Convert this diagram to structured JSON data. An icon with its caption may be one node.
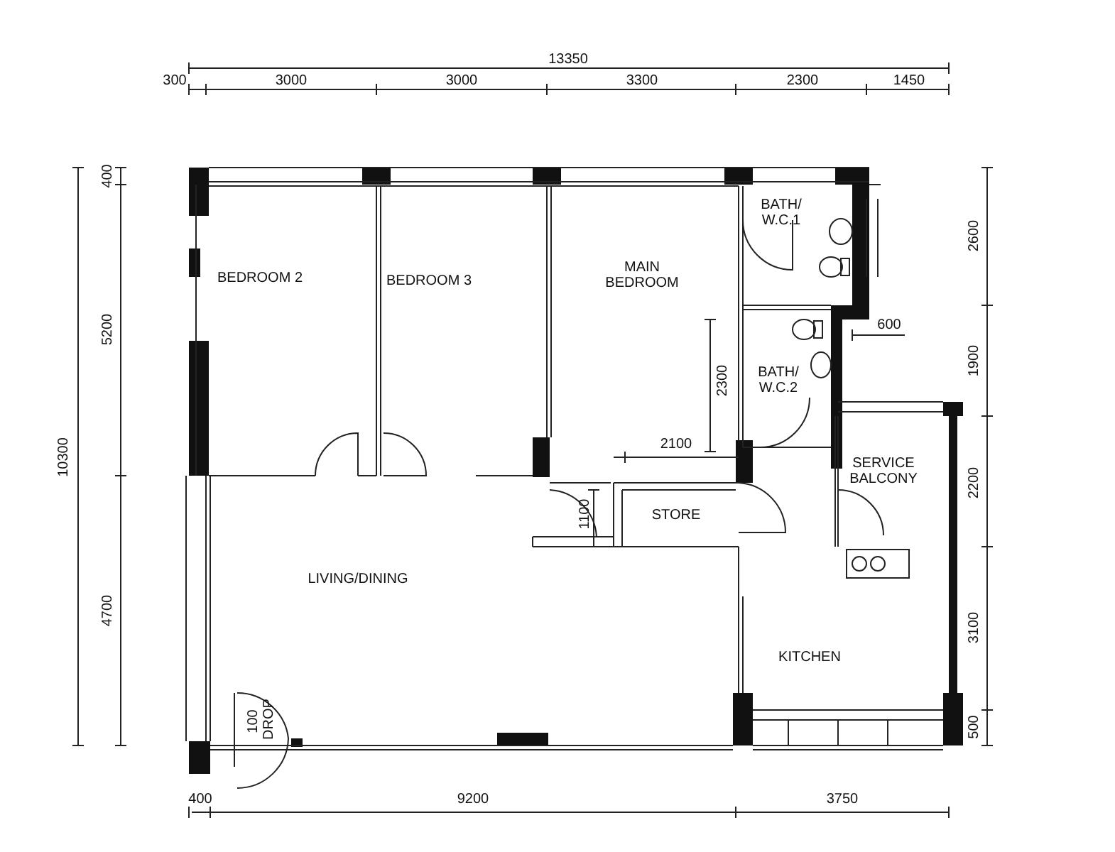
{
  "diagram": {
    "labels": [
      "13350",
      "300",
      "3000",
      "3000",
      "3300",
      "2300",
      "1450",
      "400",
      "5200",
      "10300",
      "4700",
      "2600",
      "1900",
      "2200",
      "3100",
      "500",
      "BEDROOM 2",
      "BEDROOM 3",
      "MAIN BEDROOM",
      "BATH/ W.C.1",
      "600",
      "2300",
      "BATH/ W.C.2",
      "2100",
      "SERVICE BALCONY",
      "1100",
      "STORE",
      "LIVING/DINING",
      "KITCHEN",
      "100 DROP",
      "400",
      "9200",
      "3750"
    ]
  }
}
